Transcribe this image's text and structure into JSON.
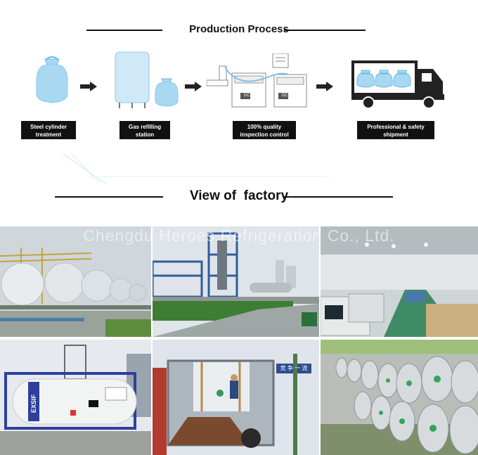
{
  "headings": {
    "process": "Production Process",
    "factory": "View of  factory"
  },
  "steps": [
    {
      "label_line1": "Steel cylinder",
      "label_line2": "treatment",
      "icon": "refrigerant-cylinder-icon"
    },
    {
      "label_line1": "Gas refilling",
      "label_line2": "station",
      "icon": "storage-tank-icon"
    },
    {
      "label_line1": "100% quality",
      "label_line2": "inspection control",
      "icon": "gas-chromatograph-icon"
    },
    {
      "label_line1": "Professional & safety",
      "label_line2": "shipment",
      "icon": "delivery-truck-icon"
    }
  ],
  "equipment_tags": [
    "GC",
    "GC"
  ],
  "photos": [
    {
      "name": "spherical-storage-tanks"
    },
    {
      "name": "chemical-plant-tower"
    },
    {
      "name": "production-workshop"
    },
    {
      "name": "iso-tank-container",
      "tank_text": "EXSIF"
    },
    {
      "name": "container-loading"
    },
    {
      "name": "cylinder-stack"
    }
  ],
  "loading_sign_text": "竞 争 一 流",
  "watermark": "Chengdu Heroes Refrigeration Co., Ltd.",
  "colors": {
    "cylinder_blue": "#a9d8f2",
    "cylinder_outline": "#6fb7e0",
    "label_bg": "#111111"
  }
}
